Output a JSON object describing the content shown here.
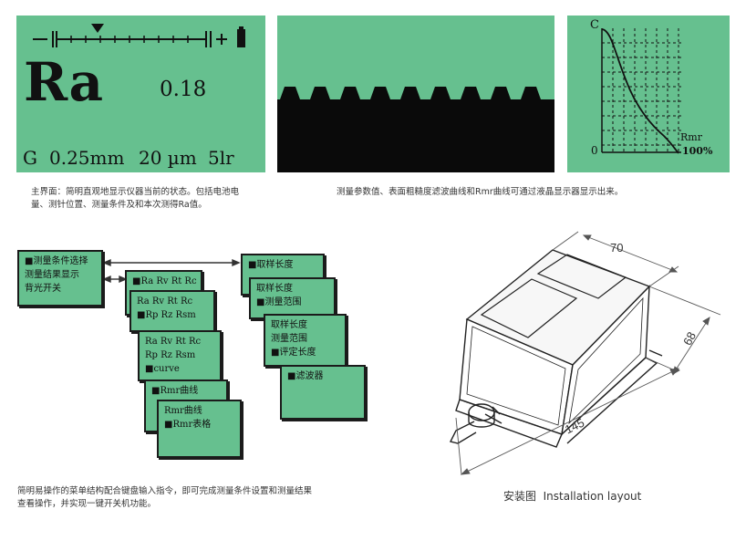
{
  "main_screen": {
    "symbol": "Ra",
    "value": "0.18",
    "footer": [
      "G",
      "0.25mm",
      "20 µm",
      "5lr"
    ]
  },
  "rmr_screen": {
    "top_label": "C",
    "origin_label": "0",
    "axis_label": "Rmr",
    "percent_label": "100%"
  },
  "captions": {
    "main_screen_1": "主界面：简明直观地显示仪器当前的状态。包括电池电",
    "main_screen_2": "量、测针位置、测量条件及和本次测得Ra值。",
    "display": "测量参数值、表面粗糙度滤波曲线和Rmr曲线可通过液晶显示器显示出来。",
    "menu_1": "简明易操作的菜单结构配合键盘输入指令，即可完成测量条件设置和测量结果",
    "menu_2": "查看操作，并实现一键开关机功能。",
    "install": "安装图  Installation layout"
  },
  "menus": {
    "root": [
      "■测量条件选择",
      "测量结果显示",
      "背光开关"
    ],
    "params_1": [
      "■Ra  Rv  Rt  Rc"
    ],
    "params_2": [
      "Ra  Rv  Rt  Rc",
      "■Rp  Rz  Rsm"
    ],
    "params_3": [
      "Ra  Rv  Rt  Rc",
      "Rp  Rz  Rsm",
      "■curve"
    ],
    "rmr_1": [
      "■Rmr曲线"
    ],
    "rmr_2": [
      "Rmr曲线",
      "■Rmr表格"
    ],
    "cond_1": [
      "■取样长度"
    ],
    "cond_2": [
      "取样长度",
      "■测量范围"
    ],
    "cond_3": [
      "取样长度",
      "测量范围",
      "■评定长度"
    ],
    "cond_4": [
      "■滤波器"
    ]
  },
  "dimensions": {
    "width": "70",
    "height": "68",
    "length": "145"
  }
}
